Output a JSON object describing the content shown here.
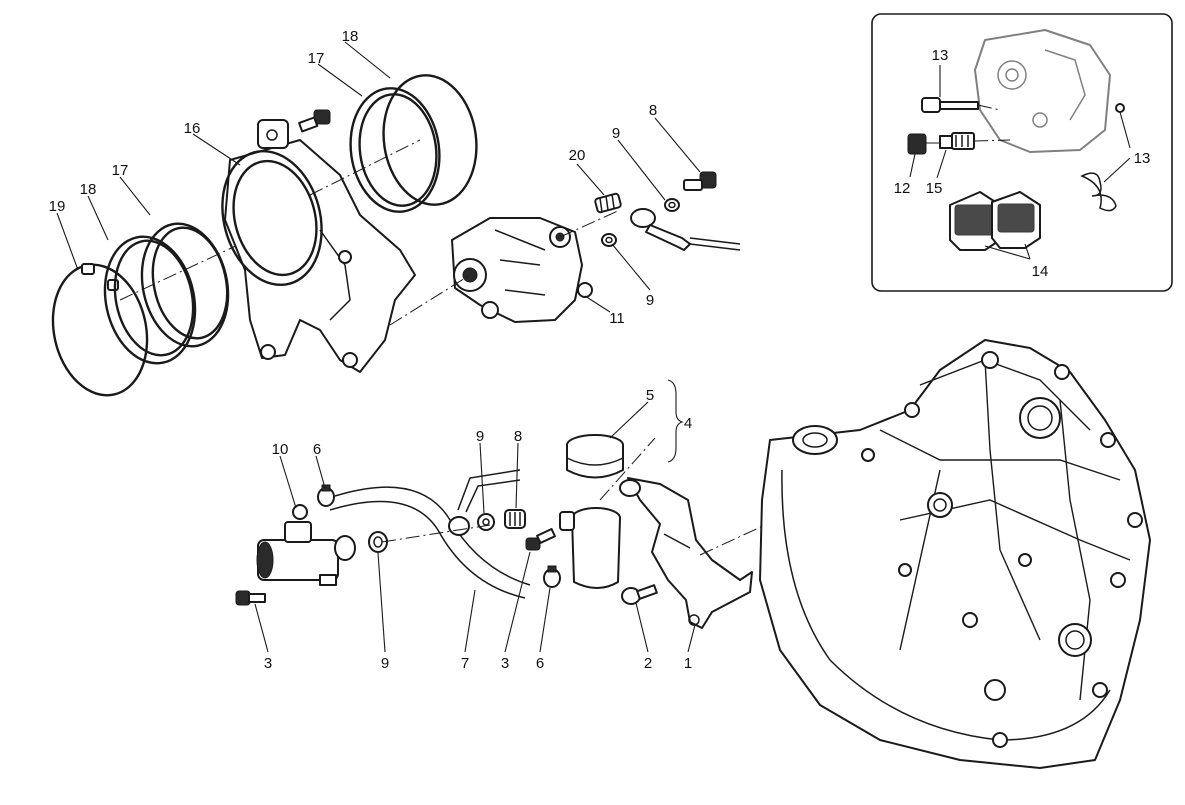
{
  "diagram": {
    "callouts": {
      "c1": "1",
      "c2": "2",
      "c3a": "3",
      "c3b": "3",
      "c4": "4",
      "c5": "5",
      "c6a": "6",
      "c6b": "6",
      "c7": "7",
      "c8a": "8",
      "c8b": "8",
      "c9a": "9",
      "c9b": "9",
      "c9c": "9",
      "c9d": "9",
      "c10": "10",
      "c11": "11",
      "c16": "16",
      "c17a": "17",
      "c17b": "17",
      "c18a": "18",
      "c18b": "18",
      "c19": "19",
      "c20": "20"
    },
    "inset": {
      "c12": "12",
      "c13a": "13",
      "c13b": "13",
      "c14": "14",
      "c15": "15"
    }
  }
}
